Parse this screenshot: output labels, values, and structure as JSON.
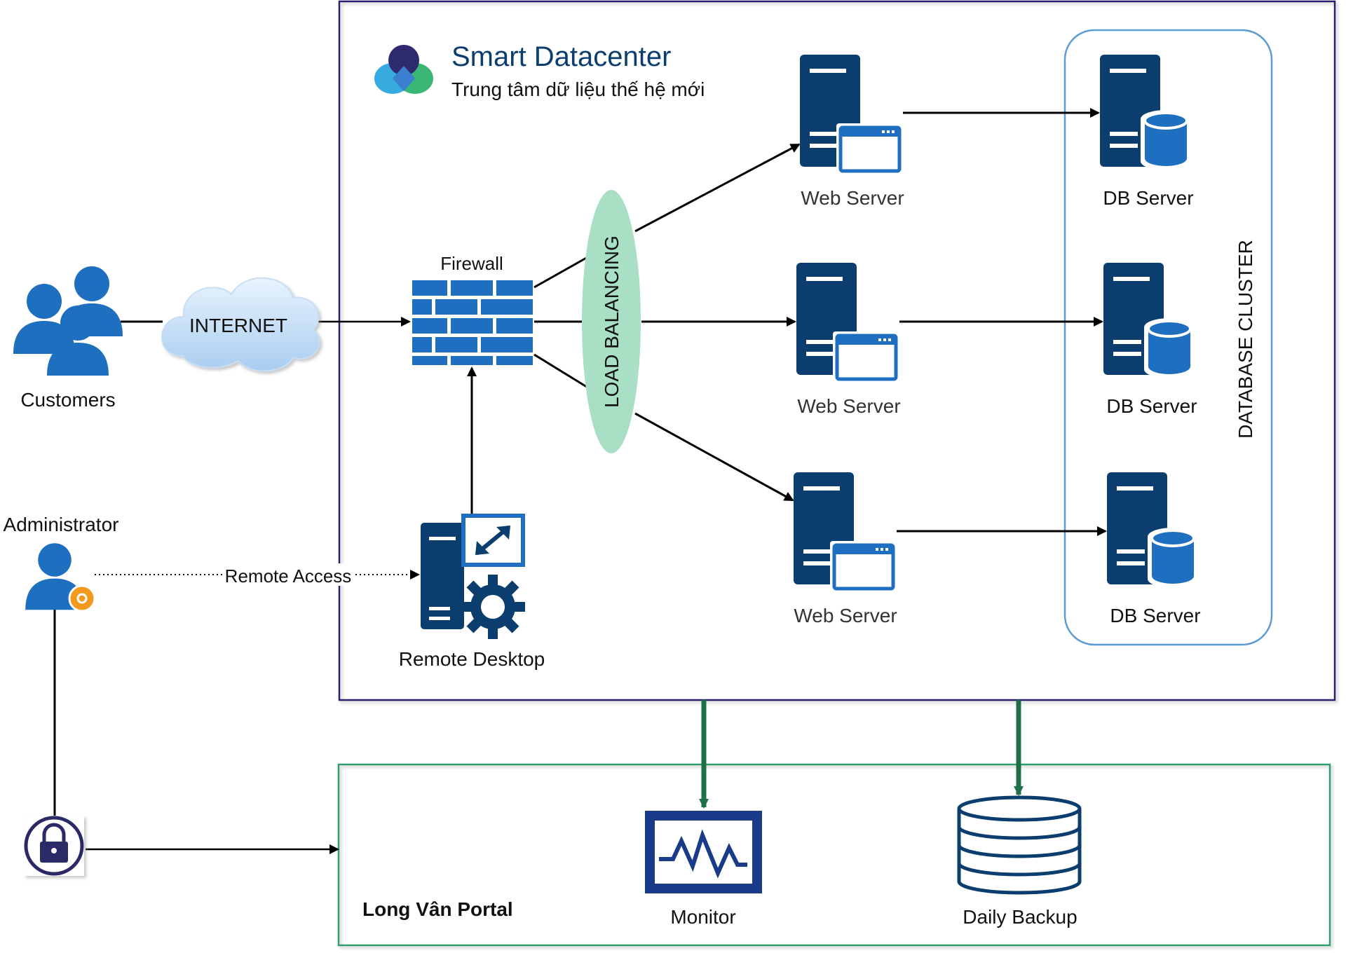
{
  "datacenter": {
    "title": "Smart Datacenter",
    "subtitle": "Trung tâm dữ liệu thế hệ mới"
  },
  "customers": {
    "label": "Customers"
  },
  "internet": {
    "label": "INTERNET"
  },
  "firewall": {
    "label": "Firewall"
  },
  "load_balancer": {
    "label": "LOAD BALANCING"
  },
  "web_servers": [
    {
      "label": "Web Server"
    },
    {
      "label": "Web Server"
    },
    {
      "label": "Web Server"
    }
  ],
  "db_servers": [
    {
      "label": "DB Server"
    },
    {
      "label": "DB Server"
    },
    {
      "label": "DB Server"
    }
  ],
  "db_cluster": {
    "label": "DATABASE CLUSTER"
  },
  "administrator": {
    "label": "Administrator"
  },
  "remote_access": {
    "label": "Remote Access"
  },
  "remote_desktop": {
    "label": "Remote Desktop"
  },
  "portal": {
    "label": "Long Vân Portal",
    "monitor_label": "Monitor",
    "backup_label": "Daily Backup"
  },
  "colors": {
    "server_navy": "#0b3d6e",
    "icon_blue": "#1f6fc0",
    "datacenter_border": "#2d1f6e",
    "cluster_border": "#5b9bd5",
    "portal_border": "#2e9e6b",
    "green_arrow": "#1e7048",
    "load_balancer_fill": "#a9dfc4",
    "cloud_fill": "#cfe5f8",
    "lock_navy": "#2a2a66",
    "gear_orange": "#f39a1e"
  }
}
